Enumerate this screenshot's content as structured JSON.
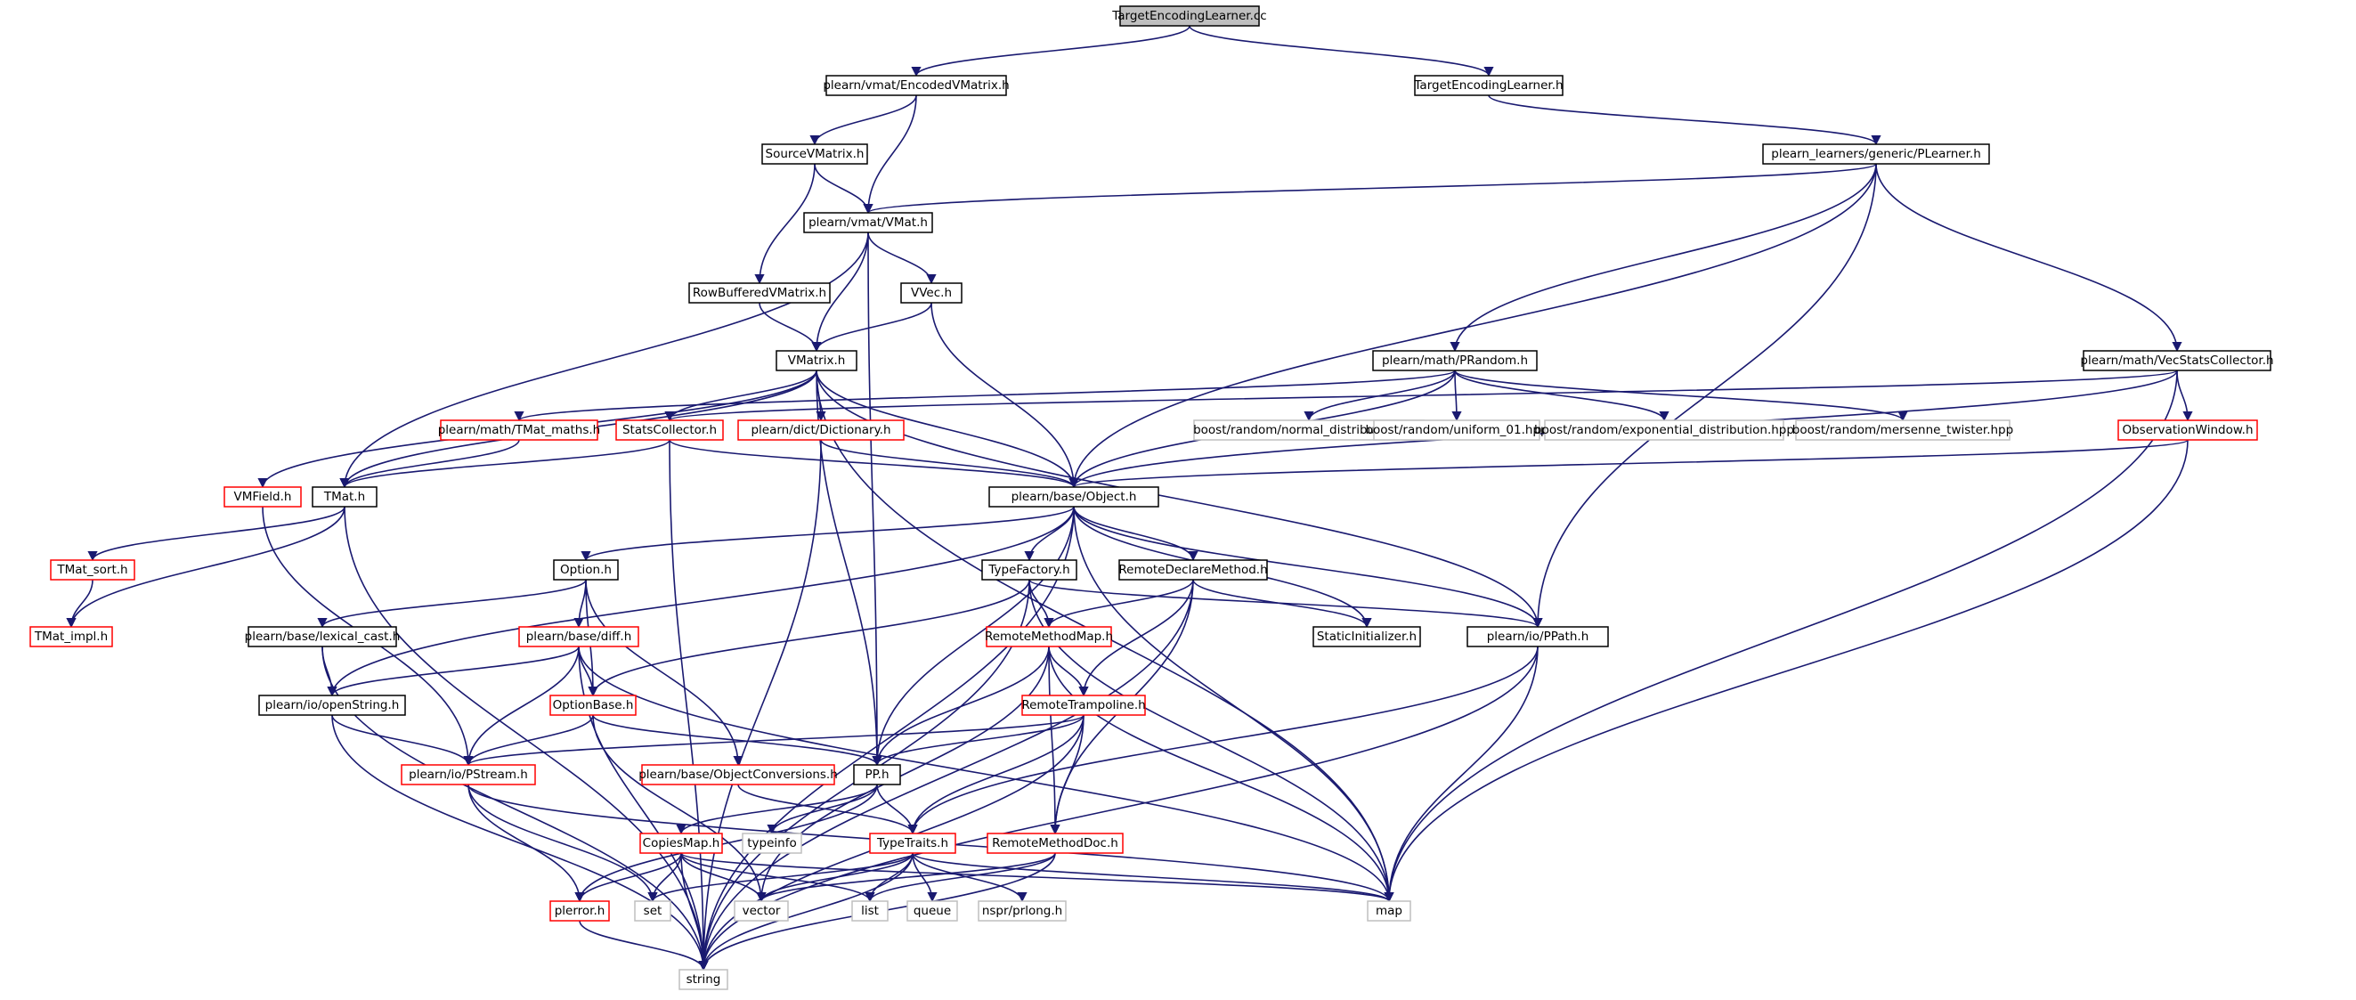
{
  "graph": {
    "title": "TargetEncodingLearner.cc",
    "colors": {
      "edge": "#191970",
      "edge_weak": "#a0a0a0",
      "border_documented": "#000000",
      "border_truncated": "#ff0000",
      "border_external": "#bfbfbf",
      "root_fill": "#bfbfbf",
      "node_fill": "#ffffff"
    },
    "nodes": [
      {
        "id": "root",
        "label": "TargetEncodingLearner.cc",
        "kind": "root"
      },
      {
        "id": "encoded",
        "label": "plearn/vmat/EncodedVMatrix.h",
        "kind": "normal"
      },
      {
        "id": "tel",
        "label": "TargetEncodingLearner.h",
        "kind": "normal"
      },
      {
        "id": "sourcev",
        "label": "SourceVMatrix.h",
        "kind": "normal"
      },
      {
        "id": "plearner",
        "label": "plearn_learners/generic/PLearner.h",
        "kind": "normal"
      },
      {
        "id": "vmat",
        "label": "plearn/vmat/VMat.h",
        "kind": "normal"
      },
      {
        "id": "rowbuf",
        "label": "RowBufferedVMatrix.h",
        "kind": "normal"
      },
      {
        "id": "vvec",
        "label": "VVec.h",
        "kind": "normal"
      },
      {
        "id": "vmatrix",
        "label": "VMatrix.h",
        "kind": "normal"
      },
      {
        "id": "prandom",
        "label": "plearn/math/PRandom.h",
        "kind": "normal"
      },
      {
        "id": "vecstats",
        "label": "plearn/math/VecStatsCollector.h",
        "kind": "normal"
      },
      {
        "id": "tmatmaths",
        "label": "plearn/math/TMat_maths.h",
        "kind": "red"
      },
      {
        "id": "statscol",
        "label": "StatsCollector.h",
        "kind": "red"
      },
      {
        "id": "dict",
        "label": "plearn/dict/Dictionary.h",
        "kind": "red"
      },
      {
        "id": "normal",
        "label": "boost/random/normal_distribution.hpp",
        "kind": "gray"
      },
      {
        "id": "uniform",
        "label": "boost/random/uniform_01.hpp",
        "kind": "gray"
      },
      {
        "id": "expo",
        "label": "boost/random/exponential_distribution.hpp",
        "kind": "gray"
      },
      {
        "id": "mersenne",
        "label": "boost/random/mersenne_twister.hpp",
        "kind": "gray"
      },
      {
        "id": "obswin",
        "label": "ObservationWindow.h",
        "kind": "red"
      },
      {
        "id": "vmfield",
        "label": "VMField.h",
        "kind": "red"
      },
      {
        "id": "tmat",
        "label": "TMat.h",
        "kind": "normal"
      },
      {
        "id": "object",
        "label": "plearn/base/Object.h",
        "kind": "normal"
      },
      {
        "id": "tmatsort",
        "label": "TMat_sort.h",
        "kind": "red"
      },
      {
        "id": "tmatimpl",
        "label": "TMat_impl.h",
        "kind": "red"
      },
      {
        "id": "option",
        "label": "Option.h",
        "kind": "normal"
      },
      {
        "id": "typefactory",
        "label": "TypeFactory.h",
        "kind": "normal"
      },
      {
        "id": "remotedeclare",
        "label": "RemoteDeclareMethod.h",
        "kind": "normal"
      },
      {
        "id": "staticinit",
        "label": "StaticInitializer.h",
        "kind": "normal"
      },
      {
        "id": "ppath",
        "label": "plearn/io/PPath.h",
        "kind": "normal"
      },
      {
        "id": "lexical",
        "label": "plearn/base/lexical_cast.h",
        "kind": "normal"
      },
      {
        "id": "diff",
        "label": "plearn/base/diff.h",
        "kind": "red"
      },
      {
        "id": "remotemap",
        "label": "RemoteMethodMap.h",
        "kind": "red"
      },
      {
        "id": "openstring",
        "label": "plearn/io/openString.h",
        "kind": "normal"
      },
      {
        "id": "optionbase",
        "label": "OptionBase.h",
        "kind": "red"
      },
      {
        "id": "remotetramp",
        "label": "RemoteTrampoline.h",
        "kind": "red"
      },
      {
        "id": "pstream",
        "label": "plearn/io/PStream.h",
        "kind": "red"
      },
      {
        "id": "objconv",
        "label": "plearn/base/ObjectConversions.h",
        "kind": "red"
      },
      {
        "id": "pp",
        "label": "PP.h",
        "kind": "normal"
      },
      {
        "id": "copiesmap",
        "label": "CopiesMap.h",
        "kind": "red"
      },
      {
        "id": "typeinfo",
        "label": "typeinfo",
        "kind": "gray"
      },
      {
        "id": "typetraits",
        "label": "TypeTraits.h",
        "kind": "red"
      },
      {
        "id": "remotedoc",
        "label": "RemoteMethodDoc.h",
        "kind": "red"
      },
      {
        "id": "plerror",
        "label": "plerror.h",
        "kind": "red"
      },
      {
        "id": "set",
        "label": "set",
        "kind": "gray"
      },
      {
        "id": "vector",
        "label": "vector",
        "kind": "gray"
      },
      {
        "id": "list",
        "label": "list",
        "kind": "gray"
      },
      {
        "id": "queue",
        "label": "queue",
        "kind": "gray"
      },
      {
        "id": "nspr",
        "label": "nspr/prlong.h",
        "kind": "gray"
      },
      {
        "id": "map",
        "label": "map",
        "kind": "gray"
      },
      {
        "id": "string",
        "label": "string",
        "kind": "gray"
      }
    ],
    "edges": [
      [
        "root",
        "encoded"
      ],
      [
        "root",
        "tel"
      ],
      [
        "encoded",
        "sourcev"
      ],
      [
        "encoded",
        "vmat"
      ],
      [
        "tel",
        "plearner"
      ],
      [
        "sourcev",
        "vmat"
      ],
      [
        "sourcev",
        "rowbuf"
      ],
      [
        "plearner",
        "vmat"
      ],
      [
        "plearner",
        "prandom"
      ],
      [
        "plearner",
        "vecstats"
      ],
      [
        "plearner",
        "object"
      ],
      [
        "plearner",
        "ppath"
      ],
      [
        "vmat",
        "tmat"
      ],
      [
        "vmat",
        "vvec"
      ],
      [
        "vmat",
        "vmatrix"
      ],
      [
        "vmat",
        "pp"
      ],
      [
        "rowbuf",
        "vmatrix"
      ],
      [
        "vvec",
        "vmatrix"
      ],
      [
        "vvec",
        "object"
      ],
      [
        "vmatrix",
        "vmfield"
      ],
      [
        "vmatrix",
        "tmat"
      ],
      [
        "vmatrix",
        "statscol"
      ],
      [
        "vmatrix",
        "dict"
      ],
      [
        "vmatrix",
        "object"
      ],
      [
        "vmatrix",
        "pp"
      ],
      [
        "vmatrix",
        "ppath"
      ],
      [
        "vmatrix",
        "map"
      ],
      [
        "prandom",
        "tmatmaths"
      ],
      [
        "prandom",
        "object"
      ],
      [
        "prandom",
        "normal"
      ],
      [
        "prandom",
        "uniform"
      ],
      [
        "prandom",
        "expo"
      ],
      [
        "prandom",
        "mersenne"
      ],
      [
        "vecstats",
        "statscol"
      ],
      [
        "vecstats",
        "obswin"
      ],
      [
        "vecstats",
        "object"
      ],
      [
        "vecstats",
        "map"
      ],
      [
        "tmatmaths",
        "tmat"
      ],
      [
        "statscol",
        "tmat"
      ],
      [
        "statscol",
        "object"
      ],
      [
        "statscol",
        "string"
      ],
      [
        "dict",
        "object"
      ],
      [
        "dict",
        "string"
      ],
      [
        "obswin",
        "object"
      ],
      [
        "obswin",
        "map"
      ],
      [
        "vmfield",
        "pstream"
      ],
      [
        "tmat",
        "tmatsort"
      ],
      [
        "tmat",
        "tmatimpl"
      ],
      [
        "tmat",
        "string"
      ],
      [
        "tmatsort",
        "tmatimpl"
      ],
      [
        "object",
        "option"
      ],
      [
        "object",
        "typefactory"
      ],
      [
        "object",
        "remotedeclare"
      ],
      [
        "object",
        "staticinit"
      ],
      [
        "object",
        "ppath"
      ],
      [
        "object",
        "pp"
      ],
      [
        "object",
        "openstring"
      ],
      [
        "object",
        "map"
      ],
      [
        "object",
        "string"
      ],
      [
        "option",
        "lexical"
      ],
      [
        "option",
        "diff"
      ],
      [
        "option",
        "optionbase"
      ],
      [
        "option",
        "objconv"
      ],
      [
        "typefactory",
        "optionbase"
      ],
      [
        "typefactory",
        "remotemap"
      ],
      [
        "typefactory",
        "ppath"
      ],
      [
        "typefactory",
        "map"
      ],
      [
        "typefactory",
        "string"
      ],
      [
        "remotedeclare",
        "remotemap"
      ],
      [
        "remotedeclare",
        "remotetramp"
      ],
      [
        "remotedeclare",
        "remotedoc"
      ],
      [
        "remotedeclare",
        "staticinit"
      ],
      [
        "remotedeclare",
        "string"
      ],
      [
        "ppath",
        "typetraits"
      ],
      [
        "ppath",
        "map"
      ],
      [
        "ppath",
        "string"
      ],
      [
        "lexical",
        "openstring"
      ],
      [
        "lexical",
        "string"
      ],
      [
        "diff",
        "openstring"
      ],
      [
        "diff",
        "optionbase"
      ],
      [
        "diff",
        "pstream"
      ],
      [
        "diff",
        "map"
      ],
      [
        "diff",
        "string"
      ],
      [
        "remotemap",
        "remotetramp"
      ],
      [
        "remotemap",
        "pp"
      ],
      [
        "remotemap",
        "remotedoc"
      ],
      [
        "remotemap",
        "vector"
      ],
      [
        "remotemap",
        "map"
      ],
      [
        "openstring",
        "pstream"
      ],
      [
        "openstring",
        "string"
      ],
      [
        "optionbase",
        "pstream"
      ],
      [
        "optionbase",
        "pp"
      ],
      [
        "optionbase",
        "vector"
      ],
      [
        "remotetramp",
        "pstream"
      ],
      [
        "remotetramp",
        "pp"
      ],
      [
        "remotetramp",
        "typetraits"
      ],
      [
        "remotetramp",
        "remotedoc"
      ],
      [
        "remotetramp",
        "string"
      ],
      [
        "pstream",
        "plerror"
      ],
      [
        "pstream",
        "set"
      ],
      [
        "pstream",
        "map"
      ],
      [
        "objconv",
        "typetraits"
      ],
      [
        "pp",
        "plerror"
      ],
      [
        "pp",
        "copiesmap"
      ],
      [
        "pp",
        "typeinfo"
      ],
      [
        "pp",
        "typetraits"
      ],
      [
        "copiesmap",
        "plerror"
      ],
      [
        "copiesmap",
        "set"
      ],
      [
        "copiesmap",
        "vector"
      ],
      [
        "copiesmap",
        "list"
      ],
      [
        "copiesmap",
        "map"
      ],
      [
        "copiesmap",
        "string"
      ],
      [
        "typetraits",
        "set"
      ],
      [
        "typetraits",
        "vector"
      ],
      [
        "typetraits",
        "list"
      ],
      [
        "typetraits",
        "queue"
      ],
      [
        "typetraits",
        "nspr"
      ],
      [
        "typetraits",
        "map"
      ],
      [
        "typetraits",
        "string"
      ],
      [
        "remotedoc",
        "vector"
      ],
      [
        "remotedoc",
        "list"
      ],
      [
        "remotedoc",
        "string"
      ],
      [
        "plerror",
        "string"
      ]
    ]
  }
}
